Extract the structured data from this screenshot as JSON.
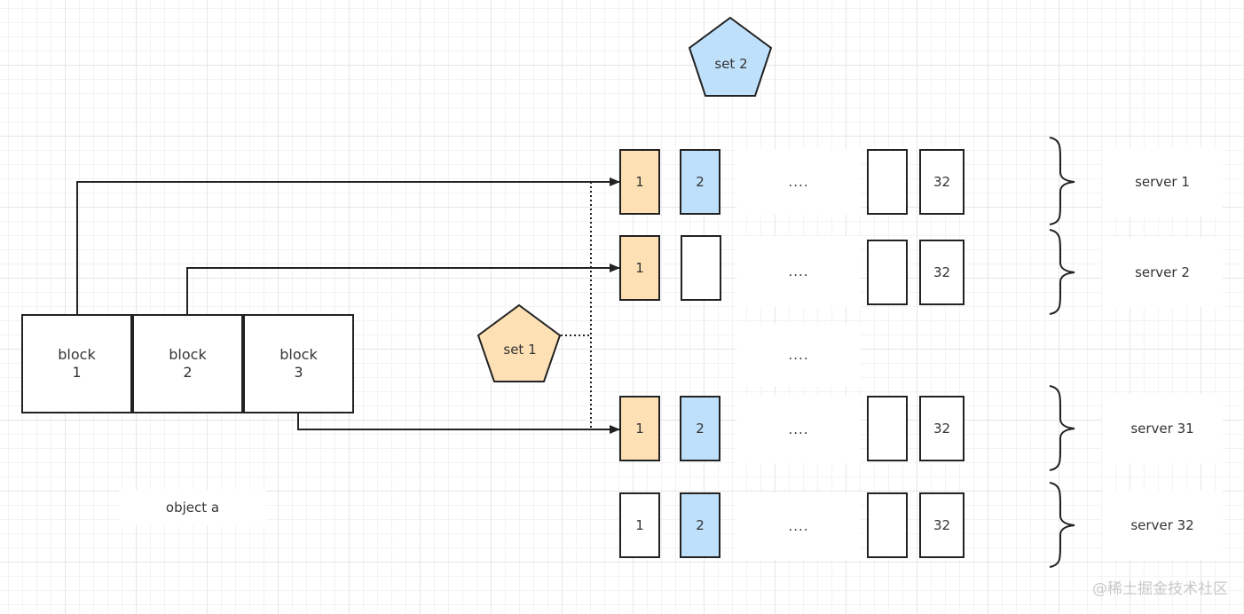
{
  "colors": {
    "set1_fill": "#fde0b4",
    "set2_fill": "#bfe0fb",
    "stroke": "#222222",
    "empty_fill": "#ffffff"
  },
  "object": {
    "label": "object a",
    "blocks": [
      {
        "title": "block",
        "index": "1"
      },
      {
        "title": "block",
        "index": "2"
      },
      {
        "title": "block",
        "index": "3"
      }
    ]
  },
  "sets": {
    "set1": "set 1",
    "set2": "set 2"
  },
  "middle_ellipsis": "....",
  "servers": [
    {
      "name": "server 1",
      "slot_first": "1",
      "slot_second": "2",
      "ellipsis": "....",
      "slot_last": "32"
    },
    {
      "name": "server 2",
      "slot_first": "1",
      "slot_second": "",
      "ellipsis": "....",
      "slot_last": "32"
    },
    {
      "name": "server 31",
      "slot_first": "1",
      "slot_second": "2",
      "ellipsis": "....",
      "slot_last": "32"
    },
    {
      "name": "server 32",
      "slot_first": "1",
      "slot_second": "2",
      "ellipsis": "....",
      "slot_last": "32"
    }
  ],
  "watermark": "@稀土掘金技术社区"
}
